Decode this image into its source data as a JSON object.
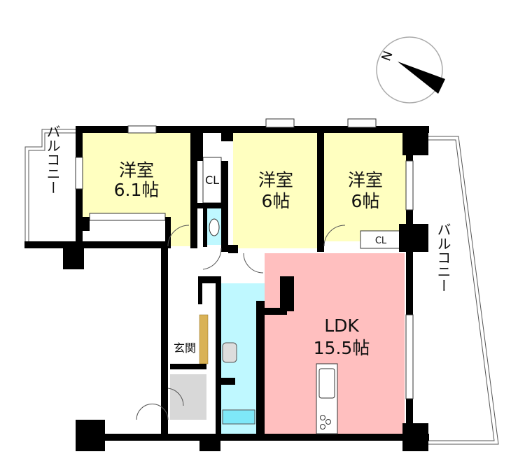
{
  "rooms": {
    "western1": {
      "name": "洋室",
      "size": "6.1帖"
    },
    "western2": {
      "name": "洋室",
      "size": "6帖"
    },
    "western3": {
      "name": "洋室",
      "size": "6帖"
    },
    "ldk": {
      "name": "LDK",
      "size": "15.5帖"
    },
    "entrance": {
      "name": "玄関"
    },
    "closet1": {
      "name": "CL"
    },
    "closet2": {
      "name": "CL"
    },
    "balcony_left": {
      "name": "バルコニー"
    },
    "balcony_right": {
      "name": "バルコニー"
    }
  },
  "compass": {
    "north_label": "N"
  },
  "colors": {
    "western": "#ffffc0",
    "ldk": "#ffbfbf",
    "water": "#bff8ff",
    "entrance_floor": "#d8d8d8",
    "shoe_box": "#d9b256",
    "wall": "#000000"
  }
}
